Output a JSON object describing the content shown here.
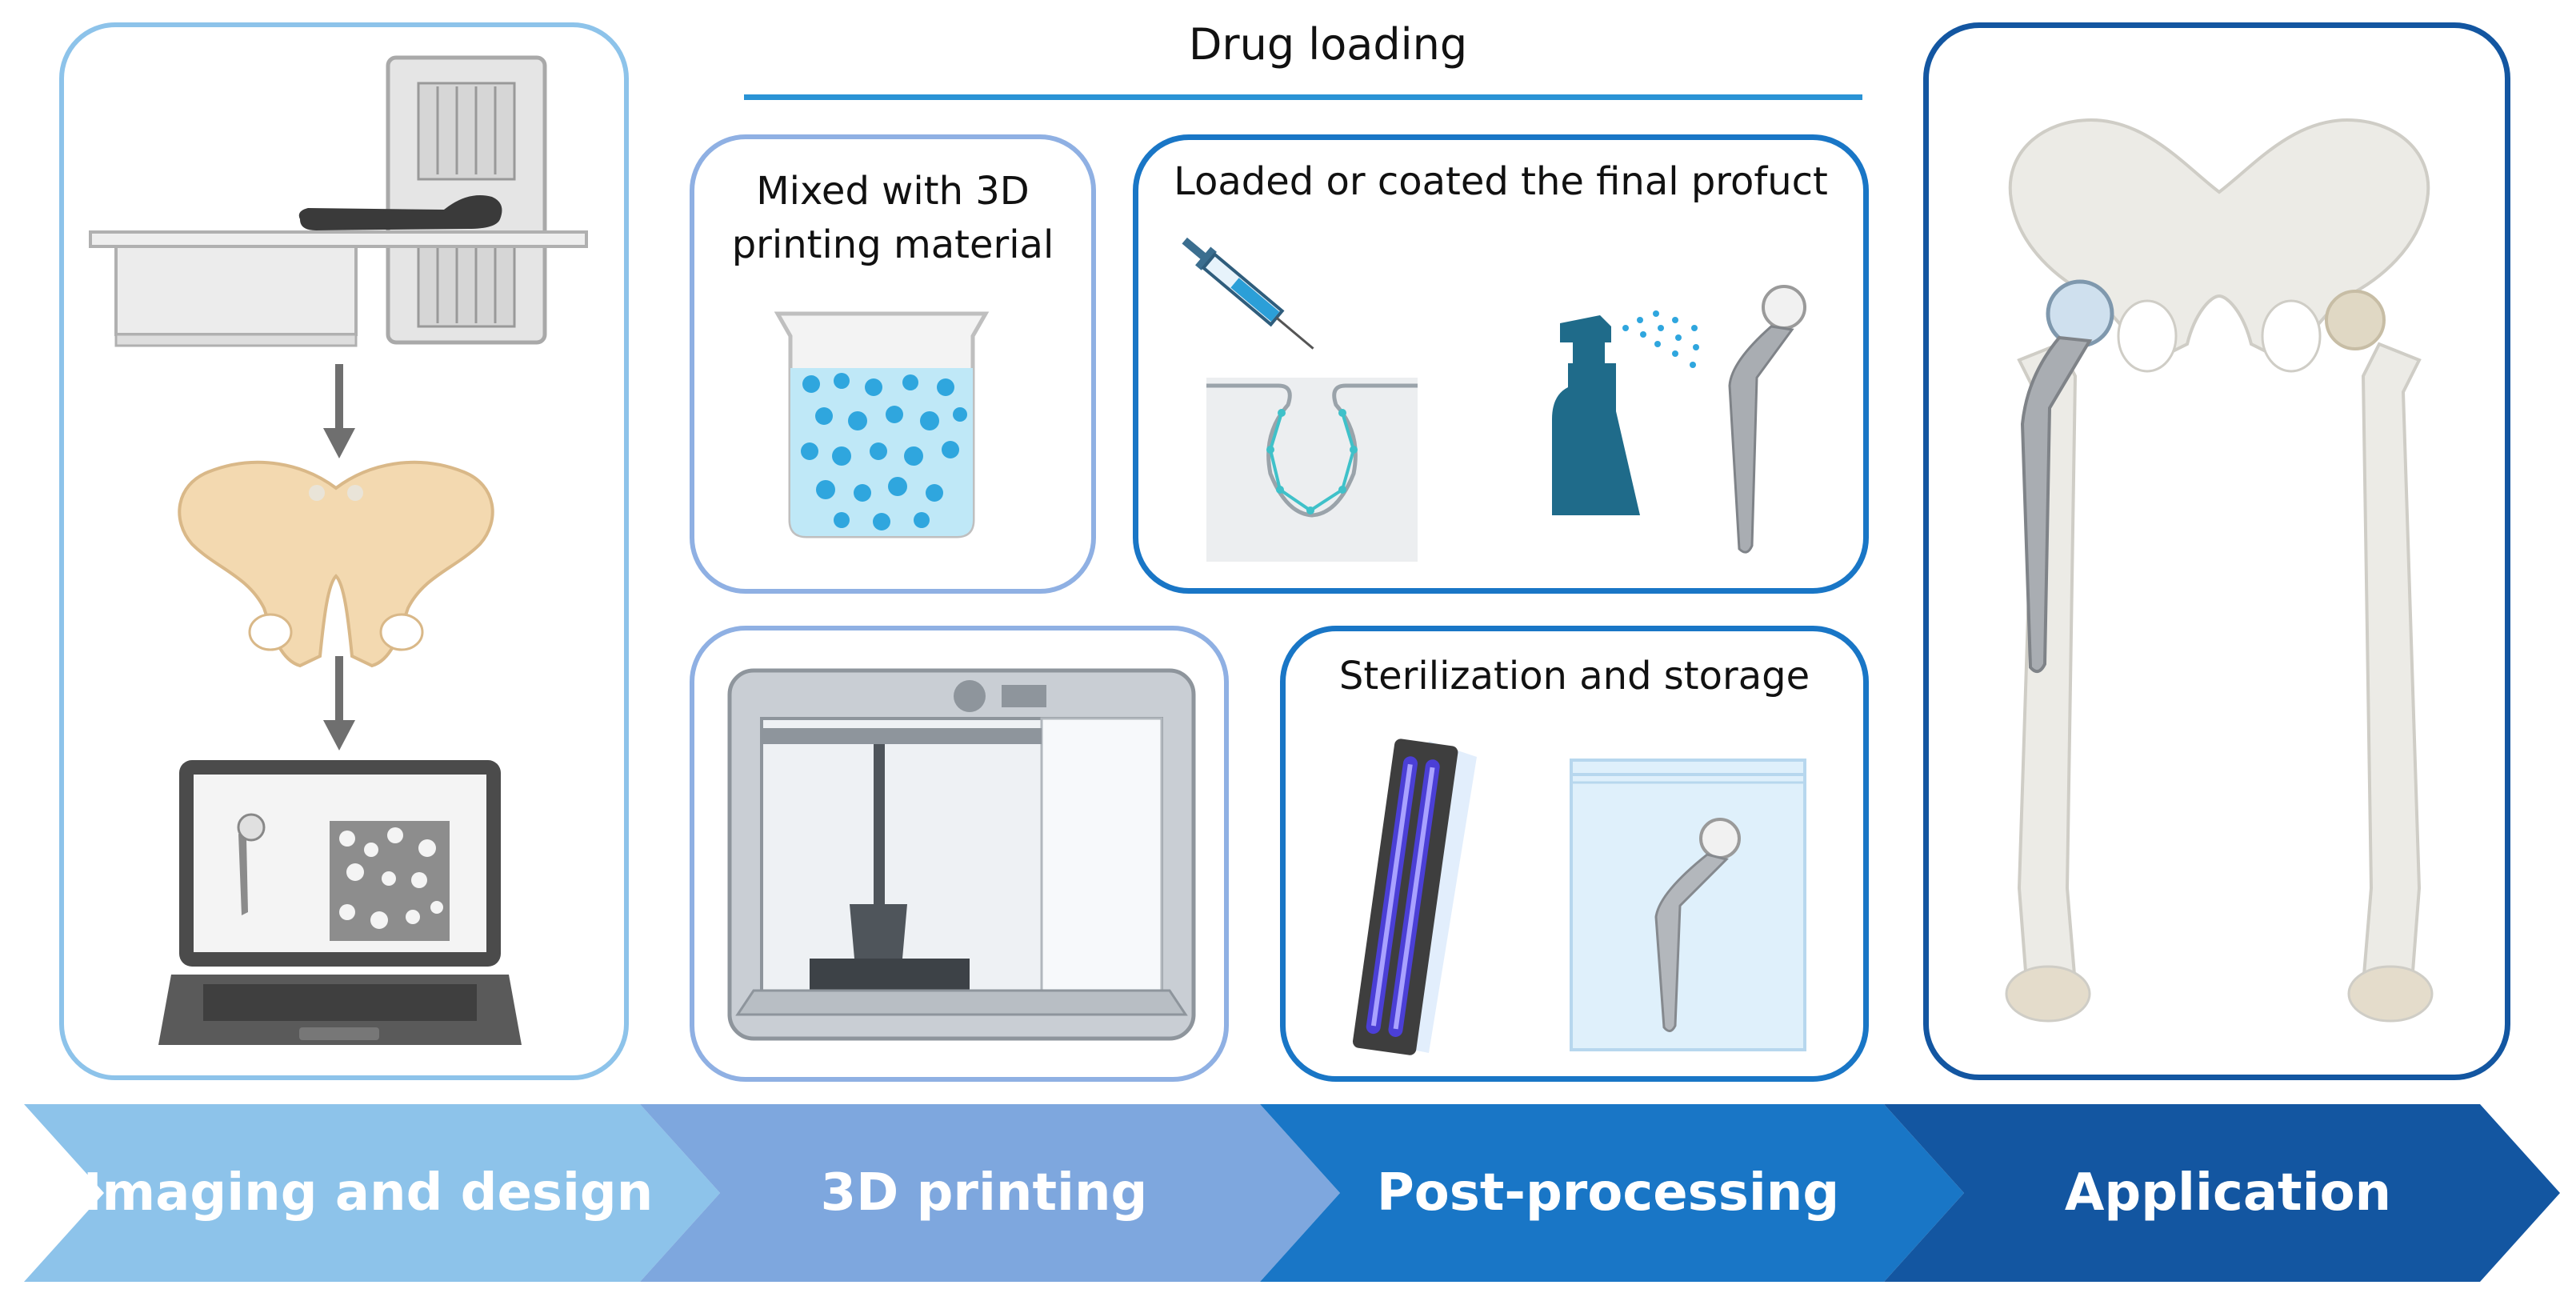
{
  "header": {
    "drug_loading": "Drug loading"
  },
  "panels": {
    "mixed": "Mixed with 3D printing material",
    "mixed_line1": "Mixed with 3D",
    "mixed_line2": "printing material",
    "loaded": "Loaded or coated the final profuct",
    "sterilization": "Sterilization and storage"
  },
  "stages": [
    {
      "label": "Imaging and design",
      "color": "#8dc3ea"
    },
    {
      "label": "3D printing",
      "color": "#7ea7de"
    },
    {
      "label": "Post-processing",
      "color": "#1976c6"
    },
    {
      "label": "Application",
      "color": "#1356a1"
    }
  ],
  "icons": [
    "ct-scanner-icon",
    "pelvis-icon",
    "laptop-icon",
    "beaker-icon",
    "syringe-icon",
    "spray-bottle-icon",
    "hip-implant-icon",
    "3d-printer-icon",
    "uv-lamp-icon",
    "storage-bag-icon",
    "hip-skeleton-icon"
  ]
}
